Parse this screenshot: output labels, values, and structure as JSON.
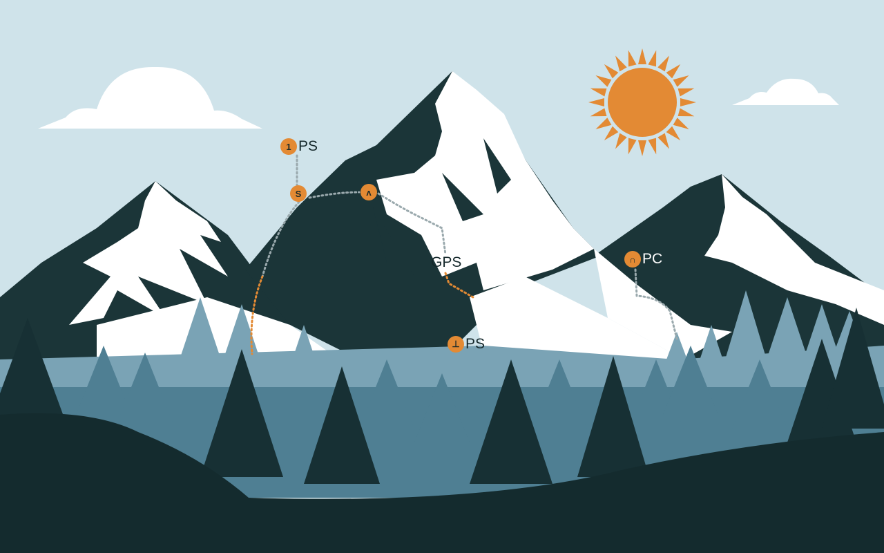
{
  "scene": {
    "colors": {
      "sky": "#cfe3ea",
      "mountain_dark": "#1b3538",
      "snow": "#ffffff",
      "forest_far": "#6f9bae",
      "forest_mid": "#4f7f93",
      "foreground": "#142b2e",
      "sun": "#e38a34",
      "trail_orange": "#e38a34",
      "trail_gray": "#9aa9ad"
    }
  },
  "markers": [
    {
      "id": "m1",
      "glyph": "1",
      "label": "PS"
    },
    {
      "id": "m2",
      "glyph": "S",
      "label": ""
    },
    {
      "id": "m3",
      "glyph": "ʌ",
      "label": ""
    },
    {
      "id": "m4",
      "glyph": "",
      "label": "GPS"
    },
    {
      "id": "m5",
      "glyph": "⊥",
      "label": "PS"
    },
    {
      "id": "m6",
      "glyph": "∩",
      "label": "PC"
    }
  ]
}
